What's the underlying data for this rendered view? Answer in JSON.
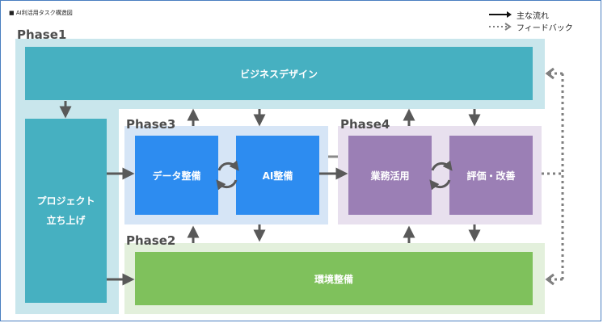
{
  "header": {
    "title": "■ AI利活用タスク構造図"
  },
  "legend": {
    "main_flow": "主な流れ",
    "feedback": "フィードバック"
  },
  "phases": {
    "p1": "Phase1",
    "p2": "Phase2",
    "p3": "Phase3",
    "p4": "Phase4"
  },
  "boxes": {
    "business_design": "ビジネスデザイン",
    "project_line1": "プロジェクト",
    "project_line2": "立ち上げ",
    "data_prep": "データ整備",
    "ai_prep": "AI整備",
    "business_use": "業務活用",
    "evaluation": "評価・改善",
    "environment": "環境整備"
  },
  "colors": {
    "phase1_bg": "#c9e6ec",
    "teal": "#46b0c1",
    "phase3_bg": "#d6e5f6",
    "blue": "#2d8cf0",
    "phase4_bg": "#e8e0ee",
    "purple": "#9b7fb5",
    "phase2_bg": "#e3f0dc",
    "green": "#7fc15c",
    "arrow": "#595959"
  }
}
